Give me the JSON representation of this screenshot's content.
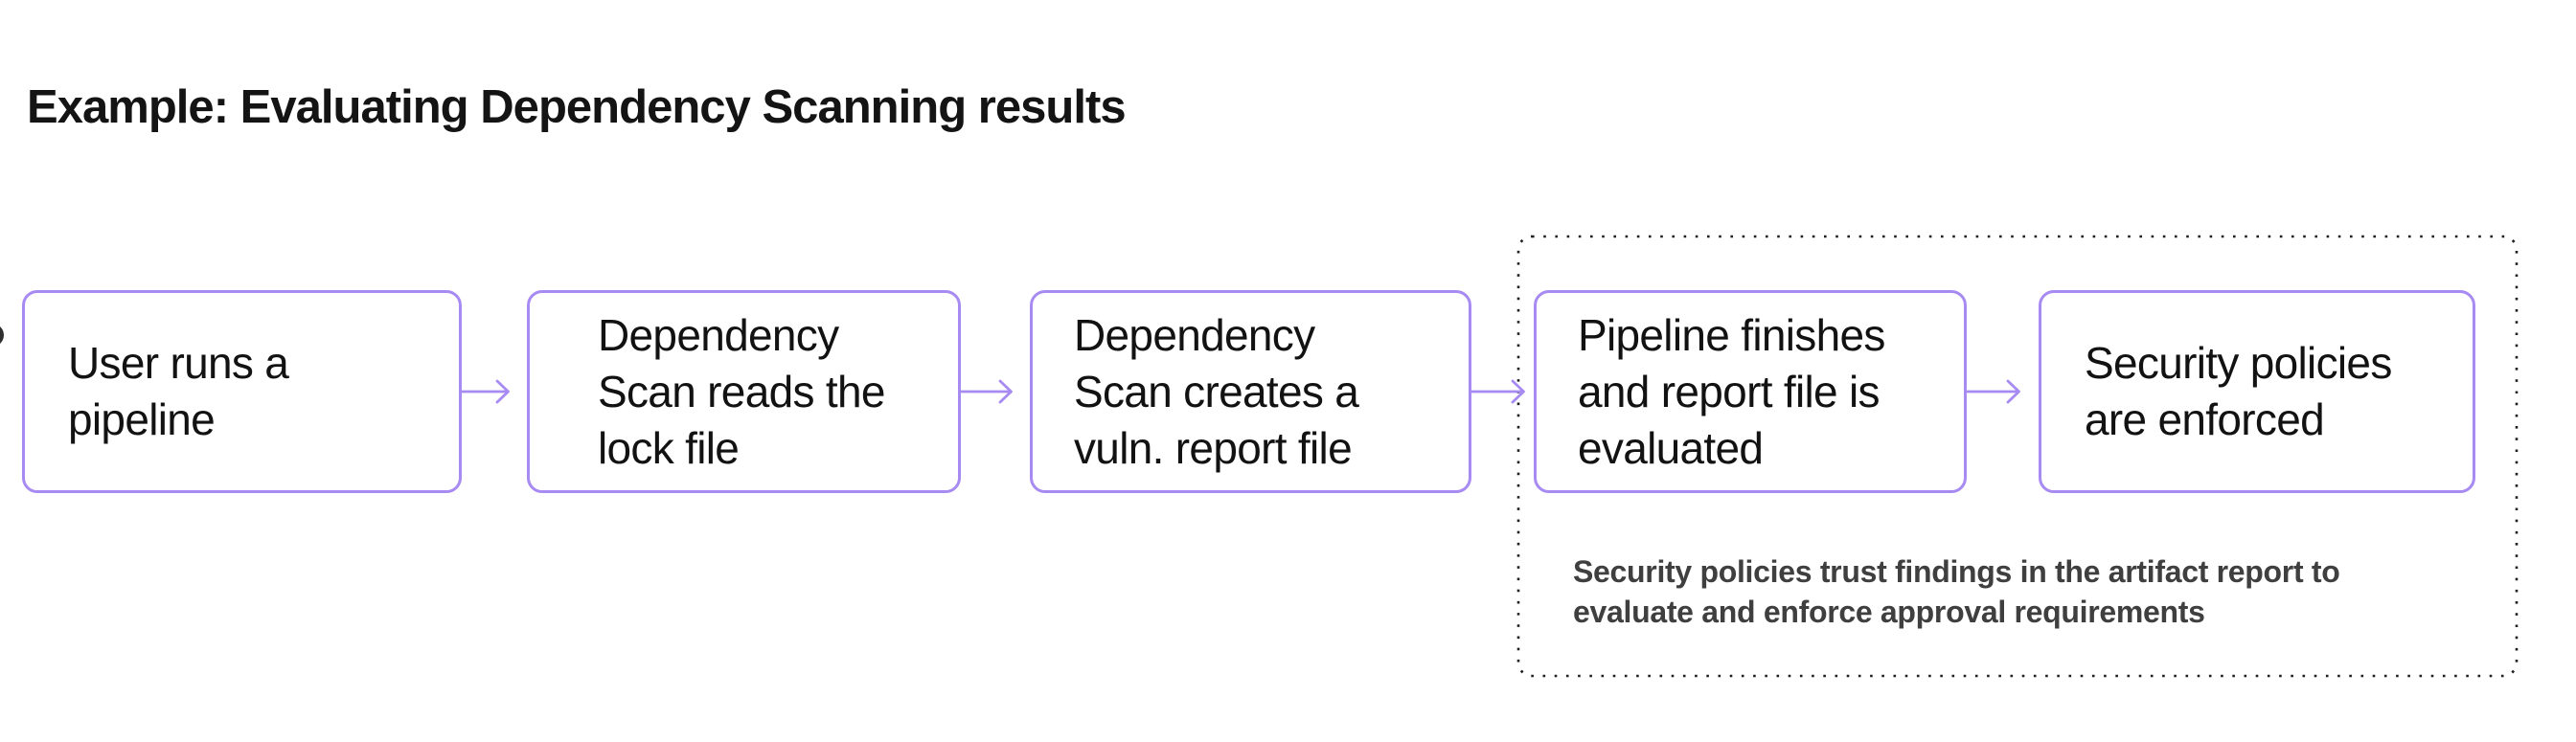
{
  "title": "Example: Evaluating Dependency Scanning results",
  "colors": {
    "accent": "#a78bf2",
    "box_text": "#121212",
    "note_text": "#3f3f3f",
    "dotted_border": "#1f1f1f",
    "dot_marker": "#2f2f2f"
  },
  "diagram": {
    "nodes": [
      {
        "label": "User runs a\npipeline"
      },
      {
        "label": "Dependency\nScan reads the\nlock file"
      },
      {
        "label": "Dependency\nScan creates a\nvuln. report file"
      },
      {
        "label": "Pipeline finishes\nand report file is\nevaluated"
      },
      {
        "label": "Security policies\nare enforced"
      }
    ],
    "group_note": "Security policies trust findings in the artifact report to\nevaluate and enforce approval requirements"
  }
}
